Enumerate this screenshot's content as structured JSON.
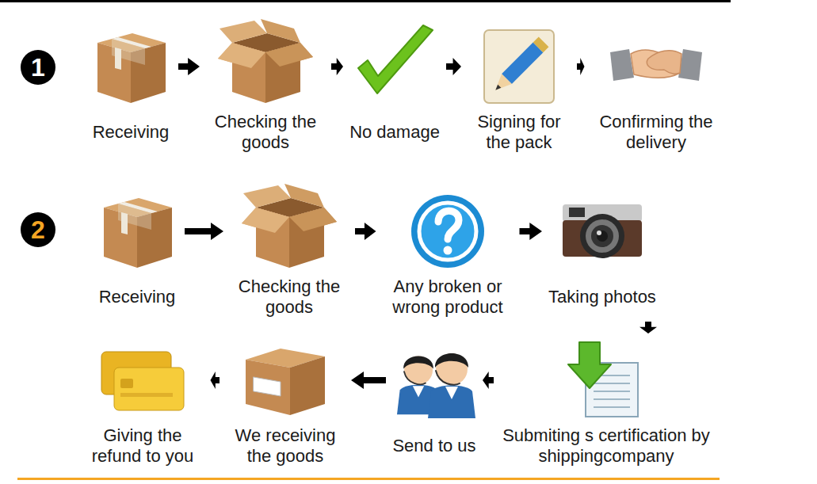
{
  "diagram": {
    "nodes": [
      {
        "text": [
          "Receiving"
        ]
      },
      {
        "text": [
          "Checking the goods"
        ]
      },
      {
        "text": [
          "No damage"
        ]
      },
      {
        "text": [
          "Signing for the pack"
        ]
      },
      {
        "text": [
          "Confirming the delivery"
        ]
      },
      {
        "text": [
          "Receiving"
        ]
      },
      {
        "text": [
          "Checking the goods"
        ]
      },
      {
        "text": [
          "Any broken or wrong product"
        ]
      },
      {
        "text": [
          "Taking photos"
        ]
      },
      {
        "text": [
          "Submiting s certification by shippingcompany"
        ]
      },
      {
        "text": [
          "Send to us"
        ]
      },
      {
        "text": [
          "We receiving the goods"
        ]
      },
      {
        "text": [
          "Giving the refund to you"
        ]
      }
    ],
    "edges": [
      {
        "from": 0,
        "to": 1,
        "arrow": "to"
      },
      {
        "from": 1,
        "to": 2,
        "arrow": "to"
      },
      {
        "from": 2,
        "to": 3,
        "arrow": "to"
      },
      {
        "from": 3,
        "to": 4,
        "arrow": "to"
      },
      {
        "from": 5,
        "to": 6,
        "arrow": "to"
      },
      {
        "from": 6,
        "to": 7,
        "arrow": "to"
      },
      {
        "from": 7,
        "to": 8,
        "arrow": "to"
      },
      {
        "from": 8,
        "to": 9,
        "arrow": "to"
      },
      {
        "from": 9,
        "to": 10,
        "arrow": "to"
      },
      {
        "from": 10,
        "to": 11,
        "arrow": "to"
      },
      {
        "from": 11,
        "to": 12,
        "arrow": "to"
      }
    ],
    "labels": [
      "1",
      "2"
    ]
  }
}
